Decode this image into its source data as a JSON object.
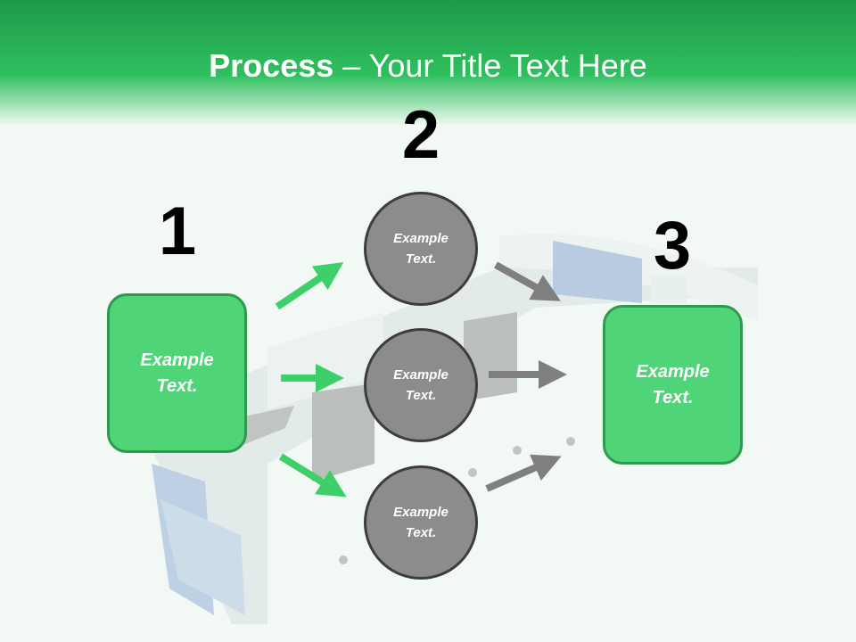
{
  "title": {
    "bold": "Process",
    "rest": " – Your Title Text Here"
  },
  "steps": {
    "num1": "1",
    "num2": "2",
    "num3": "3"
  },
  "box_left": {
    "text": "Example\nText."
  },
  "box_right": {
    "text": "Example\nText."
  },
  "circles": [
    {
      "text": "Example\nText."
    },
    {
      "text": "Example\nText."
    },
    {
      "text": "Example\nText."
    }
  ],
  "colors": {
    "header_green": "#2fbf5f",
    "box_green": "#4fd477",
    "arrow_green": "#3ecf6a",
    "circle_gray": "#8c8c8c",
    "arrow_gray": "#7f7f7f"
  }
}
